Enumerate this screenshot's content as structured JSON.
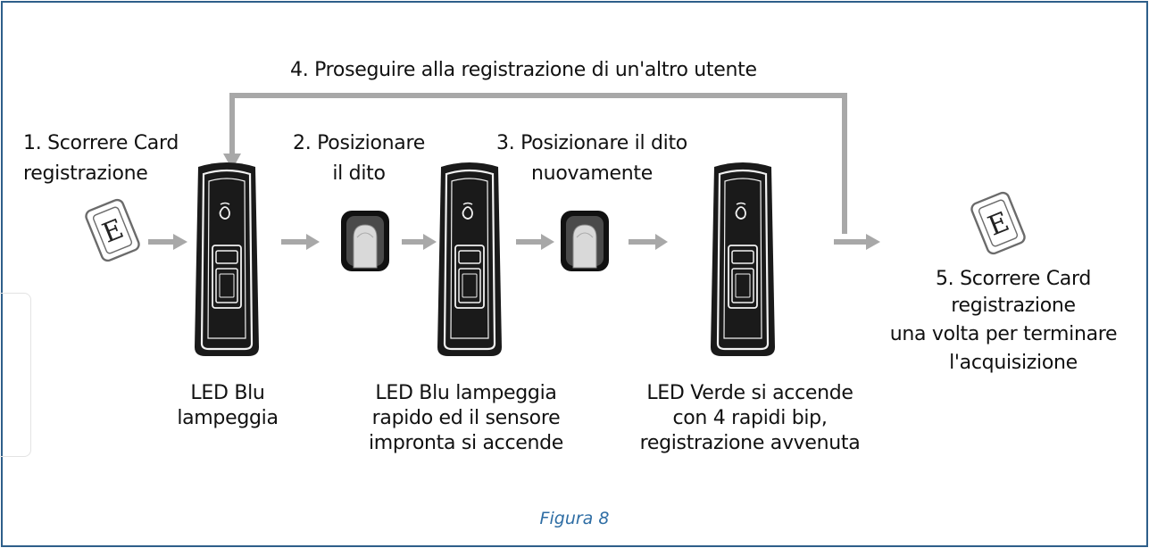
{
  "loop_label": "4. Proseguire alla registrazione di un'altro utente",
  "steps": {
    "step1": [
      "1. Scorrere Card",
      "registrazione"
    ],
    "step2": [
      "2. Posizionare",
      "il dito"
    ],
    "step3": [
      "3. Posizionare il dito",
      "nuovamente"
    ],
    "step5": [
      "5. Scorrere Card",
      "registrazione",
      "una volta per terminare",
      "l'acquisizione"
    ]
  },
  "status": {
    "device1": [
      "LED Blu",
      "lampeggia"
    ],
    "device2": [
      "LED Blu lampeggia",
      "rapido ed il sensore",
      "impronta si accende"
    ],
    "device3": [
      "LED Verde si accende",
      "con 4 rapidi bip,",
      "registrazione avvenuta"
    ]
  },
  "card_letter": "E",
  "caption": "Figura 8",
  "colors": {
    "frame": "#2e5f8a",
    "arrow": "#a8a8a8",
    "device": "#111111",
    "caption": "#2e6da4"
  }
}
